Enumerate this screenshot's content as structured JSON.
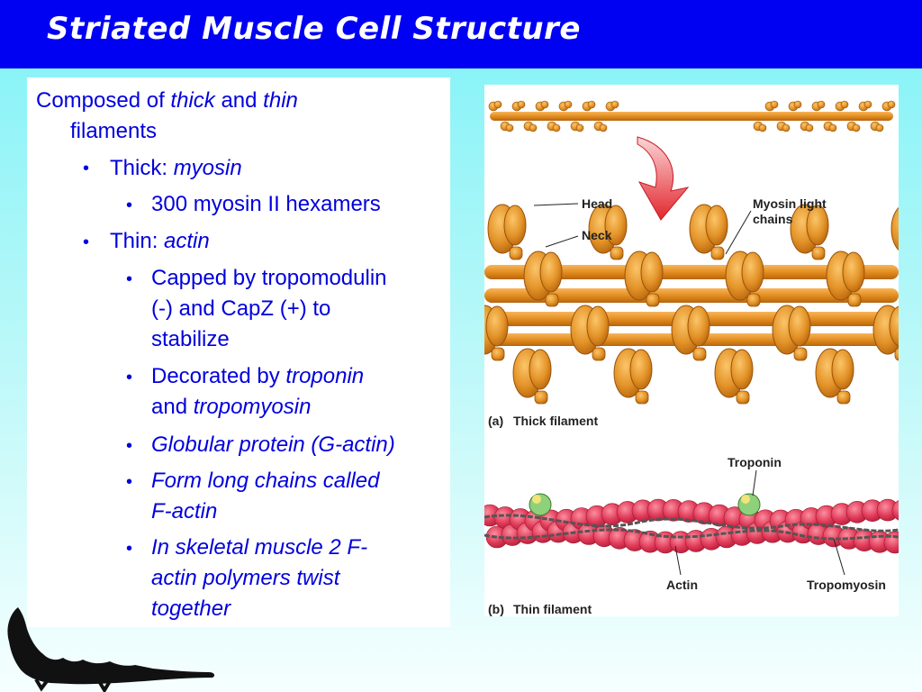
{
  "slide": {
    "title": "Striated Muscle Cell Structure"
  },
  "content": {
    "intro_pre": "Composed of ",
    "intro_thick": "thick",
    "intro_and": " and ",
    "intro_thin": "thin",
    "intro_line2": "filaments",
    "bullet_char": "•",
    "thick_label": "Thick: ",
    "thick_value": "myosin",
    "myosin_detail": "300 myosin II hexamers",
    "thin_label": "Thin: ",
    "thin_value": "actin",
    "capped_line1": "Capped by tropomodulin",
    "capped_line2": "(-) and CapZ (+) to",
    "capped_line3": "stabilize",
    "decorated_pre": "Decorated by ",
    "decorated_troponin": "troponin",
    "decorated_and": "and ",
    "decorated_tropomyosin": "tropomyosin",
    "globular": "Globular protein (G-actin)",
    "form_line1": "Form long chains called",
    "form_line2": "F-actin",
    "skeletal_line1": "In skeletal muscle 2 F-",
    "skeletal_line2": "actin polymers twist",
    "skeletal_line3": "together"
  },
  "figure": {
    "label_head": "Head",
    "label_neck": "Neck",
    "label_light_1": "Myosin light",
    "label_light_2": "chains",
    "caption_a_letter": "(a)",
    "caption_a": "Thick filament",
    "label_troponin": "Troponin",
    "label_actin": "Actin",
    "label_tropomyosin": "Tropomyosin",
    "caption_b_letter": "(b)",
    "caption_b": "Thin filament"
  },
  "colors": {
    "title_bar": "#0000f2",
    "body_text": "#0000dd",
    "myosin": "#e0901e",
    "actin": "#e03050",
    "troponin": "#8fd07a"
  }
}
